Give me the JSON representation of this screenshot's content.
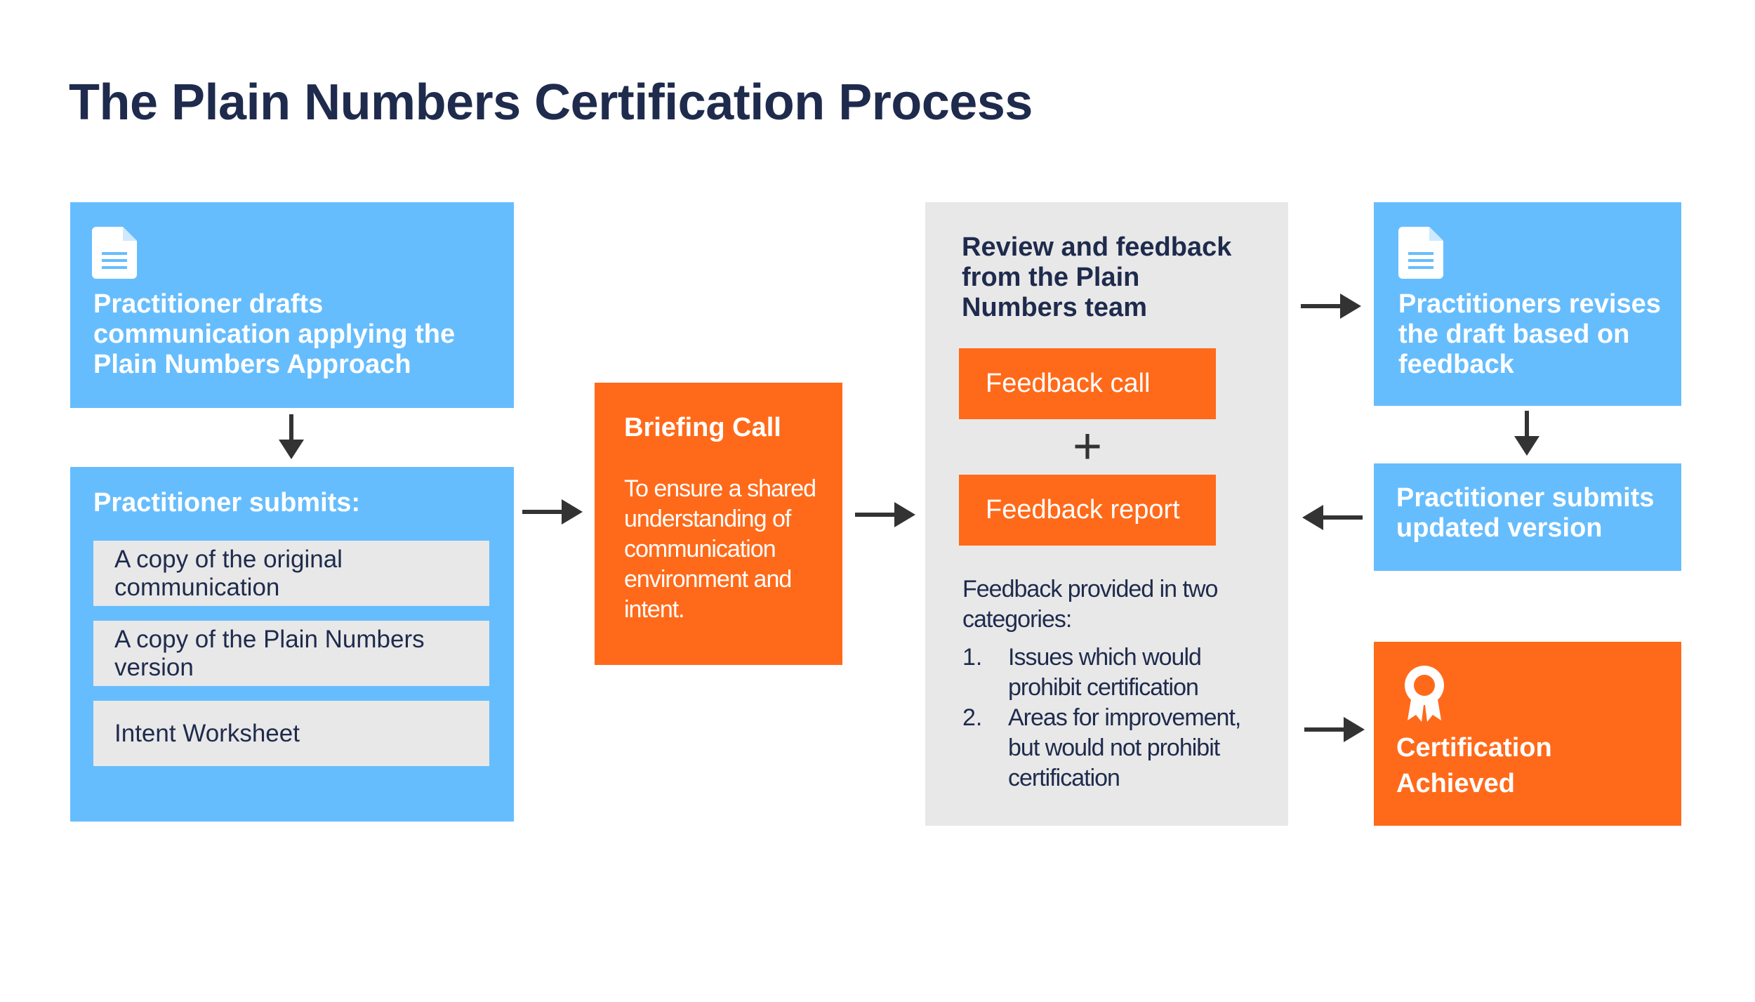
{
  "title": "The Plain Numbers Certification Process",
  "colors": {
    "blue": "#66bdfd",
    "orange": "#ff6a1a",
    "grey": "#e8e8e8",
    "navy": "#1f2b4d",
    "arrow": "#333333"
  },
  "step1": {
    "icon": "document-icon",
    "text": "Practitioner drafts communication applying the Plain Numbers Approach"
  },
  "step2": {
    "heading": "Practitioner submits:",
    "items": [
      "A copy of the original communication",
      "A copy of the Plain Numbers version",
      "Intent Worksheet"
    ]
  },
  "briefing": {
    "heading": "Briefing Call",
    "text": "To ensure a shared understanding of communication environment and intent."
  },
  "review": {
    "heading": "Review and feedback from the Plain Numbers team",
    "feedback_call": "Feedback call",
    "plus": "+",
    "feedback_report": "Feedback report",
    "categories_intro": "Feedback provided in two categories:",
    "categories": [
      {
        "num": "1.",
        "text": "Issues which would prohibit certification"
      },
      {
        "num": "2.",
        "text": "Areas for improvement, but would not prohibit certification"
      }
    ]
  },
  "revise": {
    "icon": "document-icon",
    "text": "Practitioners revises the draft based on feedback"
  },
  "resubmit": {
    "text": "Practitioner submits updated version"
  },
  "certified": {
    "icon": "award-ribbon-icon",
    "text": "Certification Achieved"
  }
}
